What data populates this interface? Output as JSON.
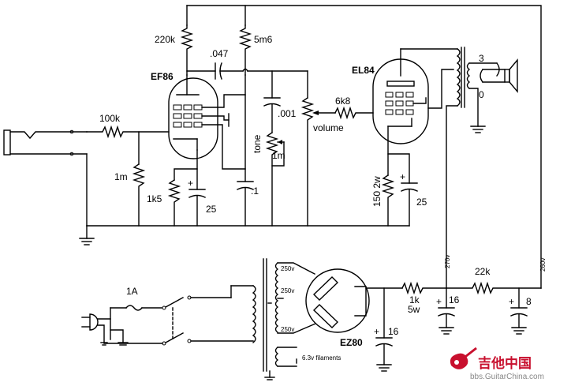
{
  "tubes": {
    "preamp": "EF86",
    "power": "EL84",
    "rectifier": "EZ80"
  },
  "components": {
    "r_plate": "220k",
    "r_screen": "5m6",
    "c_coupling": ".047",
    "r_grid_stop": "100k",
    "r_grid_leak": "1m",
    "r_cathode_pre": "1k5",
    "c_cathode_pre": "25",
    "c_screen_bypass": ".1",
    "c_tone": ".001",
    "tone_label": "tone",
    "tone_pot": "1m",
    "volume_label": "volume",
    "r_grid_power": "6k8",
    "r_cathode_power": "150 2w",
    "c_cathode_power": "25",
    "r_rect": "1k",
    "r_rect_watt": "5w",
    "c_filter1": "16",
    "c_filter2": "16",
    "r_filter": "22k",
    "c_filter3": "8",
    "fuse": "1A",
    "v270": "270v",
    "v260": "260v",
    "tap3": "3",
    "tap0": "0",
    "sec1": "250v",
    "sec2": "250v",
    "sec3": "250v",
    "fil": "6.3v filaments"
  },
  "watermark": {
    "brand": "吉他中国",
    "url": "bbs.GuitarChina.com"
  },
  "colors": {
    "ink": "#000000",
    "watermark_red": "#c8102e",
    "background": "#ffffff"
  }
}
